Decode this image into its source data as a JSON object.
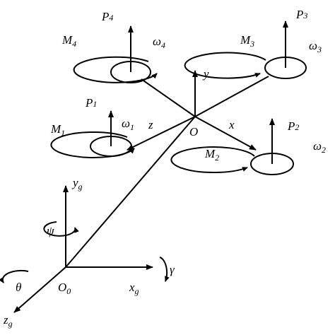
{
  "diagram": {
    "stroke_color": "#000000",
    "background": "#ffffff",
    "rotors": [
      {
        "name": "rotor-4",
        "force": {
          "main": "P",
          "sub": "4"
        },
        "motor": {
          "main": "M",
          "sub": "4"
        },
        "omega": {
          "main": "ω",
          "sub": "4"
        }
      },
      {
        "name": "rotor-3",
        "force": {
          "main": "P",
          "sub": "3"
        },
        "motor": {
          "main": "M",
          "sub": "3"
        },
        "omega": {
          "main": "ω",
          "sub": "3"
        }
      },
      {
        "name": "rotor-1",
        "force": {
          "main": "P",
          "sub": "1"
        },
        "motor": {
          "main": "M",
          "sub": "1"
        },
        "omega": {
          "main": "ω",
          "sub": "1"
        }
      },
      {
        "name": "rotor-2",
        "force": {
          "main": "P",
          "sub": "2"
        },
        "motor": {
          "main": "M",
          "sub": "2"
        },
        "omega": {
          "main": "ω",
          "sub": "2"
        }
      }
    ],
    "body_frame": {
      "origin": "O",
      "x_axis": "x",
      "y_axis": "y",
      "z_axis": "z"
    },
    "ground_frame": {
      "origin": {
        "main": "O",
        "sub": "0"
      },
      "x_axis": {
        "main": "x",
        "sub": "g"
      },
      "y_axis": {
        "main": "y",
        "sub": "g"
      },
      "z_axis": {
        "main": "z",
        "sub": "g"
      }
    },
    "angles": {
      "psi": "ψ",
      "theta": "θ",
      "gamma": "γ"
    }
  }
}
